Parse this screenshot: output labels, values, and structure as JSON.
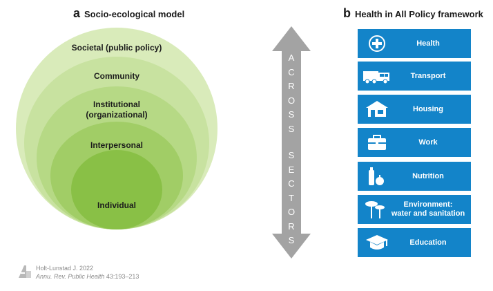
{
  "panel_a": {
    "letter": "a",
    "title": "Socio-ecological model",
    "levels": [
      {
        "label": "Societal (public policy)"
      },
      {
        "label": "Community"
      },
      {
        "label": "Institutional\n(organizational)"
      },
      {
        "label": "Interpersonal"
      },
      {
        "label": "Individual"
      }
    ],
    "colors": [
      "#d9ebba",
      "#c8e2a0",
      "#b6d985",
      "#a1cd66",
      "#89c046"
    ]
  },
  "arrow": {
    "letters": [
      "A",
      "C",
      "R",
      "O",
      "S",
      "S",
      "S",
      "E",
      "C",
      "T",
      "O",
      "R",
      "S"
    ],
    "color": "#a3a3a3"
  },
  "panel_b": {
    "letter": "b",
    "title": "Health in All Policy framework",
    "box_color": "#1384c9",
    "sectors": [
      {
        "label": "Health",
        "icon": "health-cross-icon"
      },
      {
        "label": "Transport",
        "icon": "truck-bus-icon"
      },
      {
        "label": "Housing",
        "icon": "house-icon"
      },
      {
        "label": "Work",
        "icon": "briefcase-icon"
      },
      {
        "label": "Nutrition",
        "icon": "bottle-apple-icon"
      },
      {
        "label": "Environment:\nwater and sanitation",
        "icon": "palm-tree-icon"
      },
      {
        "label": "Education",
        "icon": "graduation-cap-icon"
      }
    ]
  },
  "credit": {
    "author": "Holt-Lunstad J. 2022",
    "journal": "Annu. Rev. Public Health",
    "citation": " 43:193–213"
  }
}
